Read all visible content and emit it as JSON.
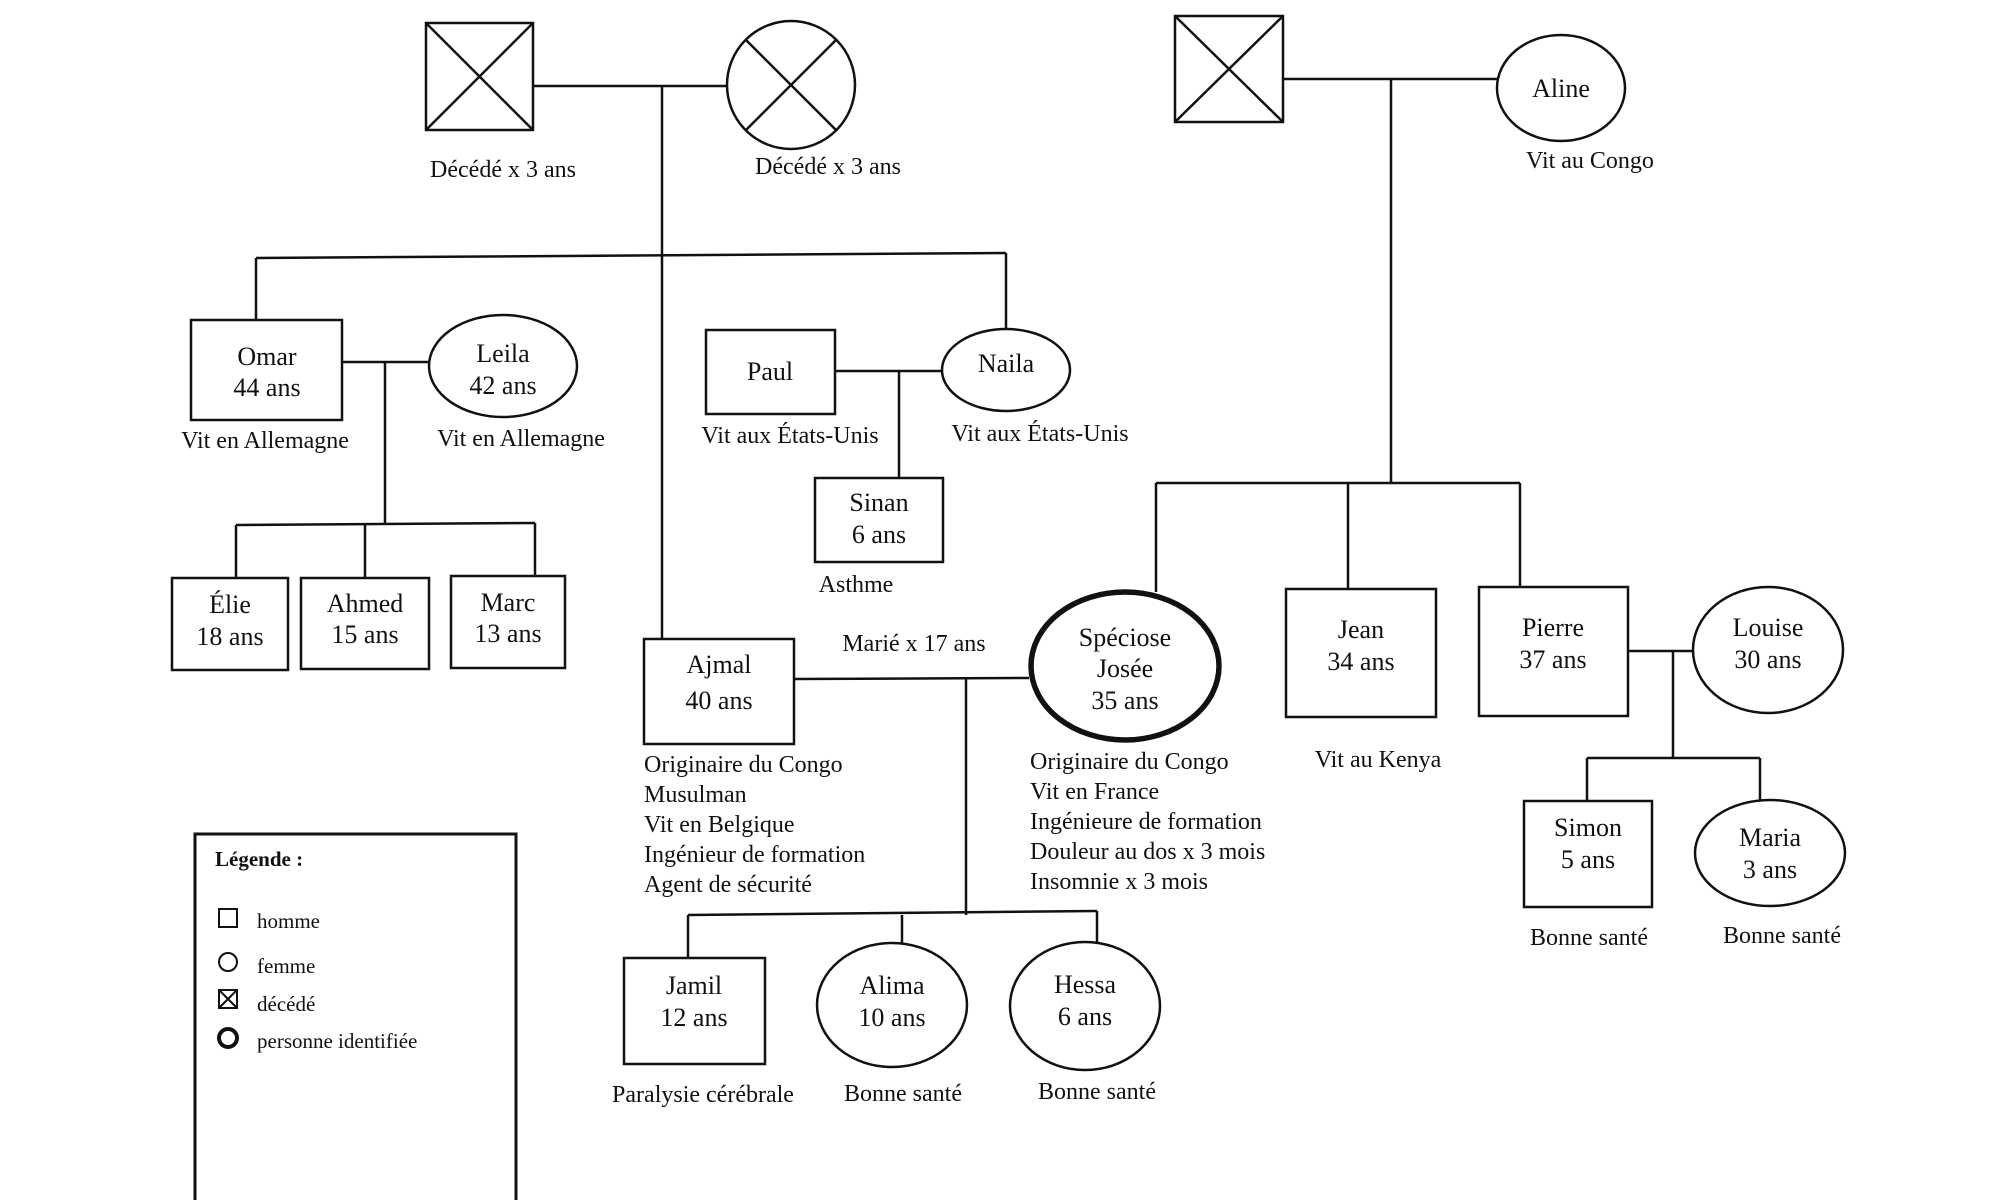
{
  "people": {
    "grandfather_paternal": {
      "caption": "Décédé x 3 ans"
    },
    "grandmother_paternal": {
      "caption": "Décédé x 3 ans"
    },
    "grandfather_maternal": {},
    "aline": {
      "name": "Aline",
      "caption": "Vit au Congo"
    },
    "omar": {
      "name": "Omar",
      "age": "44 ans",
      "caption": "Vit en Allemagne"
    },
    "leila": {
      "name": "Leila",
      "age": "42 ans",
      "caption": "Vit en Allemagne"
    },
    "paul": {
      "name": "Paul",
      "caption": "Vit aux États-Unis"
    },
    "naila": {
      "name": "Naila",
      "caption": "Vit aux États-Unis"
    },
    "sinan": {
      "name": "Sinan",
      "age": "6 ans",
      "caption": "Asthme"
    },
    "elie": {
      "name": "Élie",
      "age": "18 ans"
    },
    "ahmed": {
      "name": "Ahmed",
      "age": "15 ans"
    },
    "marc": {
      "name": "Marc",
      "age": "13 ans"
    },
    "ajmal": {
      "name": "Ajmal",
      "age": "40 ans",
      "details": [
        "Originaire du Congo",
        "Musulman",
        "Vit en Belgique",
        "Ingénieur de formation",
        "Agent de sécurité"
      ]
    },
    "speciose": {
      "name1": "Spéciose",
      "name2": "Josée",
      "age": "35 ans",
      "details": [
        "Originaire du Congo",
        "Vit en France",
        "Ingénieure de formation",
        "Douleur au dos x 3 mois",
        "Insomnie x 3 mois"
      ]
    },
    "jean": {
      "name": "Jean",
      "age": "34 ans",
      "caption": "Vit au Kenya"
    },
    "pierre": {
      "name": "Pierre",
      "age": "37 ans"
    },
    "louise": {
      "name": "Louise",
      "age": "30 ans"
    },
    "simon": {
      "name": "Simon",
      "age": "5 ans",
      "caption": "Bonne santé"
    },
    "maria": {
      "name": "Maria",
      "age": "3 ans",
      "caption": "Bonne santé"
    },
    "jamil": {
      "name": "Jamil",
      "age": "12 ans",
      "caption": "Paralysie cérébrale"
    },
    "alima": {
      "name": "Alima",
      "age": "10 ans",
      "caption": "Bonne santé"
    },
    "hessa": {
      "name": "Hessa",
      "age": "6 ans",
      "caption": "Bonne santé"
    }
  },
  "marriage_label": "Marié x 17 ans",
  "legend": {
    "title": "Légende :",
    "items": [
      {
        "symbol": "square",
        "label": "homme"
      },
      {
        "symbol": "circle",
        "label": "femme"
      },
      {
        "symbol": "crossed-square",
        "label": "décédé"
      },
      {
        "symbol": "bold-circle",
        "label": "personne identifiée"
      }
    ]
  }
}
